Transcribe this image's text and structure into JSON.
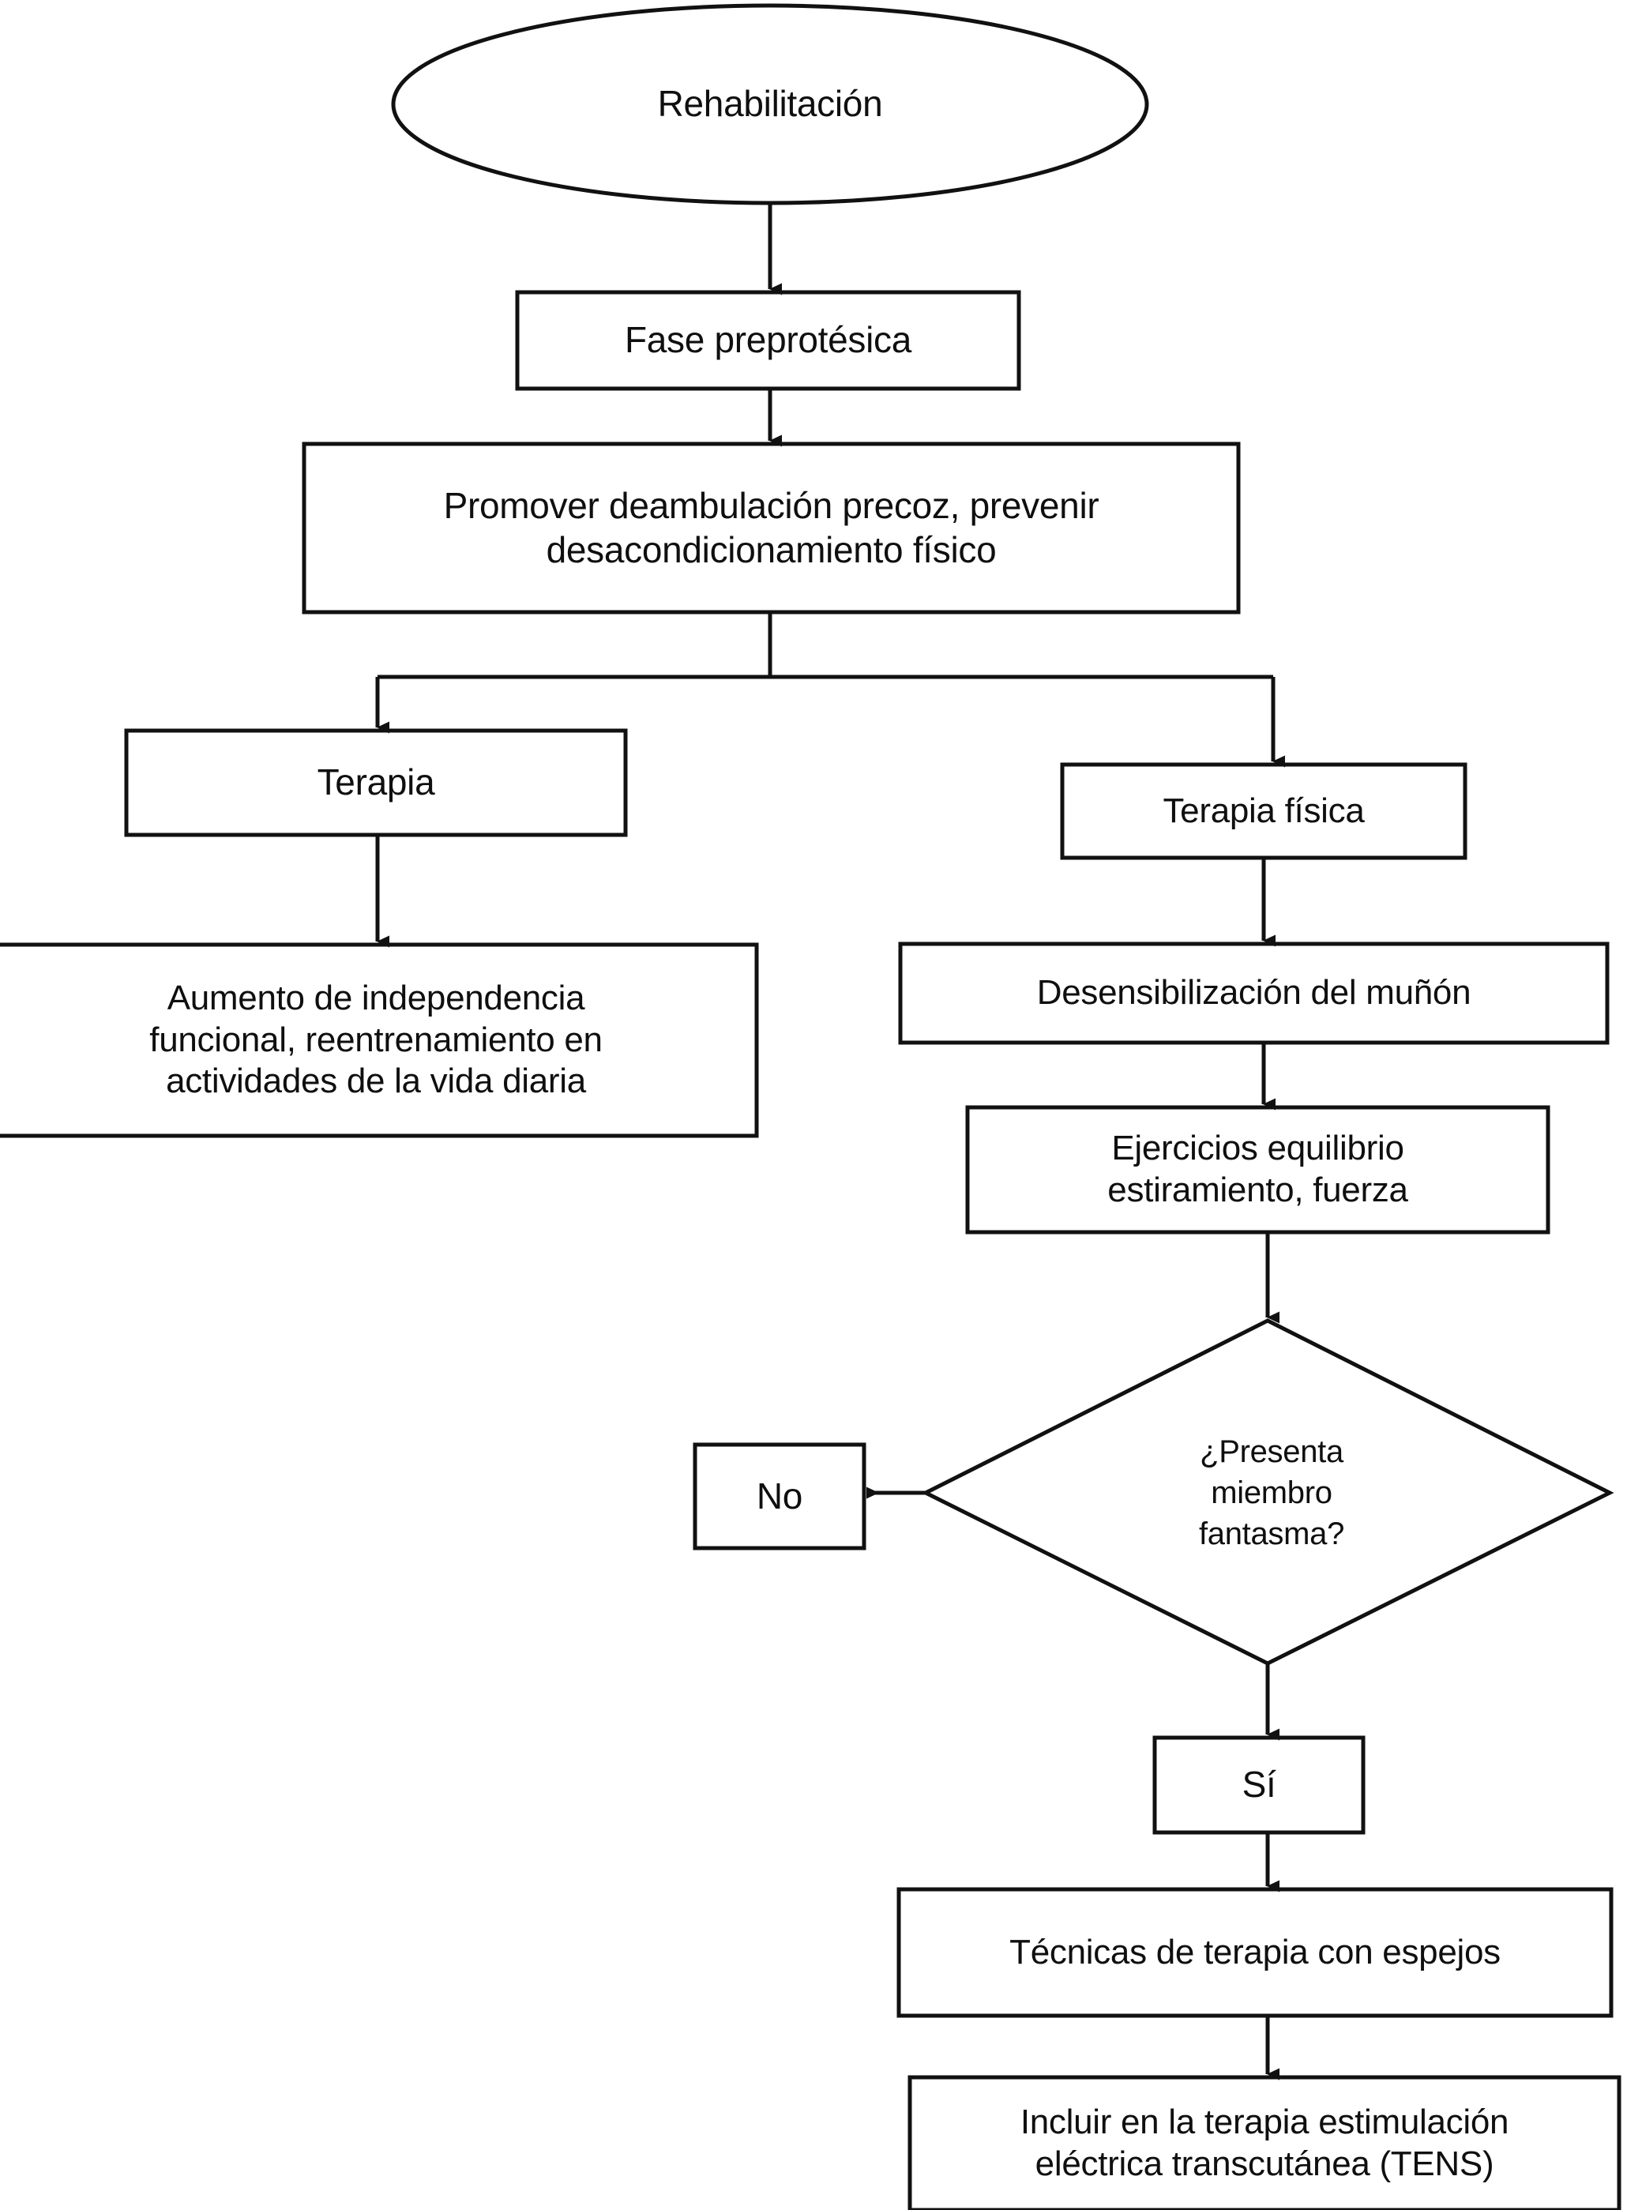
{
  "diagram": {
    "title": "Rehabilitación",
    "language": "es",
    "type": "flowchart",
    "stroke_color": "#111111",
    "fill_color": "#ffffff",
    "text_color": "#0f0f0f"
  },
  "nodes": {
    "start": {
      "label": "Rehabilitación",
      "shape": "ellipse"
    },
    "preprosthetic_phase": {
      "label": "Fase preprotésica",
      "shape": "rectangle"
    },
    "promote_ambulation": {
      "label": "Promover deambulación precoz, prevenir\ndesacondicionamiento físico",
      "shape": "rectangle"
    },
    "therapy": {
      "label": "Terapia",
      "shape": "rectangle"
    },
    "physical_therapy": {
      "label": "Terapia física",
      "shape": "rectangle"
    },
    "functional_independence": {
      "label": "Aumento de independencia\nfuncional, reentrenamiento en\nactividades de la vida diaria",
      "shape": "rectangle"
    },
    "stump_desensitization": {
      "label": "Desensibilización del muñón",
      "shape": "rectangle"
    },
    "balance_exercises": {
      "label": "Ejercicios equilibrio\nestiramiento, fuerza",
      "shape": "rectangle"
    },
    "phantom_limb_decision": {
      "label": "¿Presenta\nmiembro\nfantasma?",
      "shape": "diamond"
    },
    "answer_no": {
      "label": "No",
      "shape": "rectangle"
    },
    "answer_yes": {
      "label": "Sí",
      "shape": "rectangle"
    },
    "mirror_therapy": {
      "label": "Técnicas de terapia con espejos",
      "shape": "rectangle"
    },
    "tens_therapy": {
      "label": "Incluir en la terapia estimulación\neléctrica transcutánea (TENS)",
      "shape": "rectangle"
    }
  },
  "edges": [
    {
      "from": "start",
      "to": "preprosthetic_phase",
      "label": ""
    },
    {
      "from": "preprosthetic_phase",
      "to": "promote_ambulation",
      "label": ""
    },
    {
      "from": "promote_ambulation",
      "to": "therapy",
      "label": ""
    },
    {
      "from": "promote_ambulation",
      "to": "physical_therapy",
      "label": ""
    },
    {
      "from": "therapy",
      "to": "functional_independence",
      "label": ""
    },
    {
      "from": "physical_therapy",
      "to": "stump_desensitization",
      "label": ""
    },
    {
      "from": "stump_desensitization",
      "to": "balance_exercises",
      "label": ""
    },
    {
      "from": "balance_exercises",
      "to": "phantom_limb_decision",
      "label": ""
    },
    {
      "from": "phantom_limb_decision",
      "to": "answer_no",
      "label": ""
    },
    {
      "from": "phantom_limb_decision",
      "to": "answer_yes",
      "label": ""
    },
    {
      "from": "answer_yes",
      "to": "mirror_therapy",
      "label": ""
    },
    {
      "from": "mirror_therapy",
      "to": "tens_therapy",
      "label": ""
    }
  ]
}
